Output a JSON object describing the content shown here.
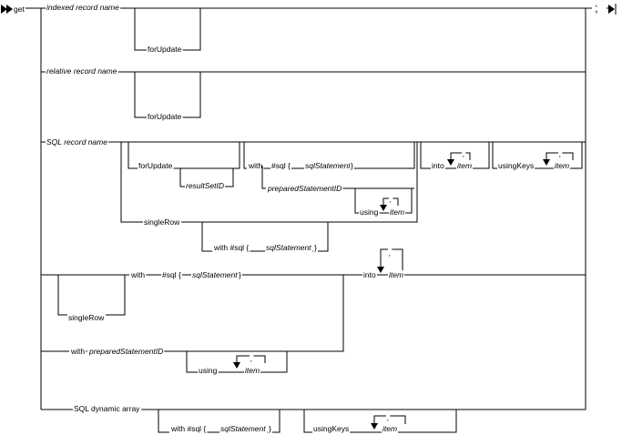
{
  "diagram": {
    "start_keyword": "get",
    "end_symbol": ";",
    "branch_indexed": {
      "record": "indexed record name",
      "for_update": "forUpdate"
    },
    "branch_relative": {
      "record": "relative record name",
      "for_update": "forUpdate"
    },
    "branch_sql": {
      "record": "SQL record name",
      "for_update": "forUpdate",
      "result_set_id": "resultSetID",
      "with": "with",
      "sql_open": "#sql  {",
      "sql_statement": "sqlStatement",
      "close_brace": "}",
      "prepared_statement_id": "preparedStatementID",
      "using": "using",
      "single_row": "singleRow",
      "single_row_with": "with  #sql  {",
      "into": "into",
      "using_keys": "usingKeys",
      "item": "item",
      "comma": ","
    },
    "branch_with_sql": {
      "single_row": "singleRow",
      "with": "with",
      "sql_open": "#sql  {",
      "sql_statement": "sqlStatement",
      "close_brace": "}",
      "into": "into",
      "item": "item",
      "comma": ","
    },
    "branch_prepared": {
      "with": "with",
      "prepared_statement_id": "preparedStatementID",
      "using": "using",
      "item": "item",
      "comma": ","
    },
    "branch_dynamic": {
      "label": "SQL dynamic array",
      "with_sql": "with #sql  {",
      "sql_statement": "sqlStatement",
      "close_brace": "}",
      "using_keys": "usingKeys",
      "item": "item",
      "comma": ","
    }
  }
}
